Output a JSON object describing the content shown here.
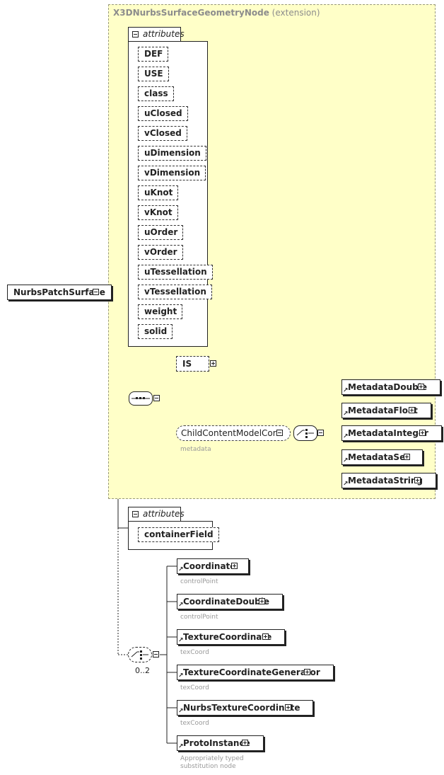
{
  "root": {
    "name": "NurbsPatchSurface"
  },
  "extension": {
    "base_name": "X3DNurbsSurfaceGeometryNode",
    "suffix": "(extension)"
  },
  "attributes_label": "attributes",
  "ext_attributes": [
    "DEF",
    "USE",
    "class",
    "uClosed",
    "vClosed",
    "uDimension",
    "vDimension",
    "uKnot",
    "vKnot",
    "uOrder",
    "vOrder",
    "uTessellation",
    "vTessellation",
    "weight",
    "solid"
  ],
  "is_element": "IS",
  "child_group": {
    "name": "ChildContentModelCore",
    "note": "metadata"
  },
  "metadata_elements": [
    "MetadataDouble",
    "MetadataFloat",
    "MetadataInteger",
    "MetadataSet",
    "MetadataString"
  ],
  "own_attributes": [
    "containerField"
  ],
  "choice_cardinality": "0..2",
  "children": [
    {
      "name": "Coordinate",
      "note": "controlPoint"
    },
    {
      "name": "CoordinateDouble",
      "note": "controlPoint"
    },
    {
      "name": "TextureCoordinate",
      "note": "texCoord"
    },
    {
      "name": "TextureCoordinateGenerator",
      "note": "texCoord"
    },
    {
      "name": "NurbsTextureCoordinate",
      "note": "texCoord"
    },
    {
      "name": "ProtoInstance",
      "note": "Appropriately typed substitution node"
    }
  ]
}
